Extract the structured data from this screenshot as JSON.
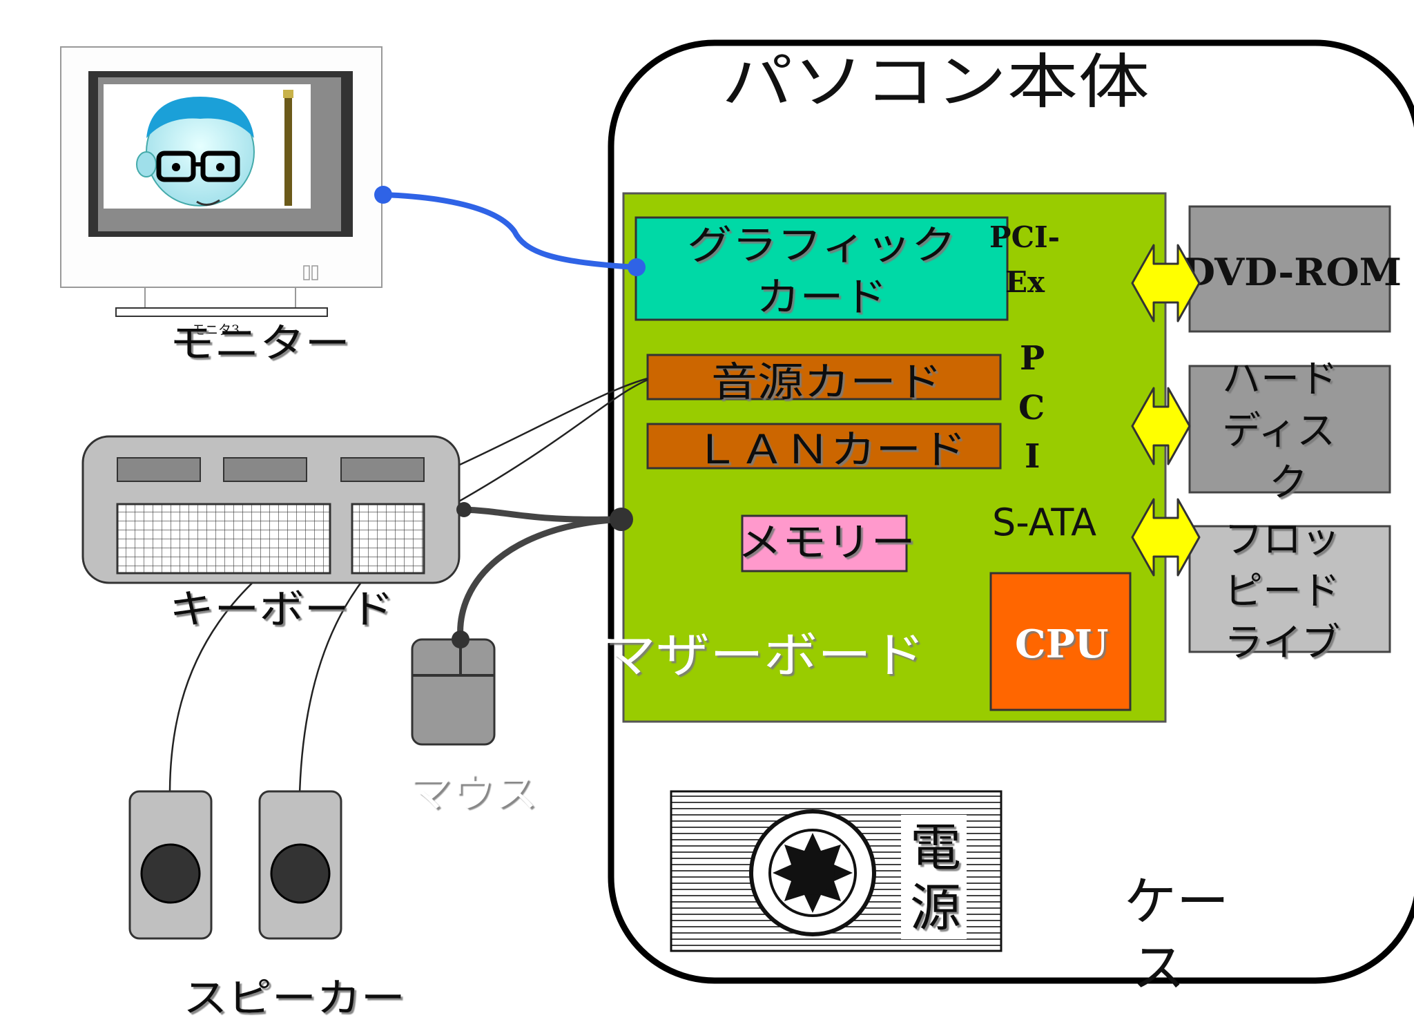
{
  "case": {
    "title": "パソコン本体",
    "label_line1": "ケー",
    "label_line2": "ス"
  },
  "monitor": {
    "label": "モニター",
    "small_caption": "モニタ3"
  },
  "keyboard": {
    "label": "キーボード"
  },
  "mouse": {
    "label": "マウス"
  },
  "speaker": {
    "label": "スピーカー"
  },
  "motherboard": {
    "label": "マザーボード",
    "graphic_card_line1": "グラフィック",
    "graphic_card_line2": "カード",
    "pci_ex_line1": "PCI-",
    "pci_ex_line2": "Ex",
    "sound_card": "音源カード",
    "lan_card": "ＬＡＮカード",
    "pci_letters": [
      "P",
      "C",
      "I"
    ],
    "sata": "S-ATA",
    "memory": "メモリー",
    "cpu": "CPU"
  },
  "drives": {
    "dvd": "DVD-ROM",
    "hdd_lines": [
      "ハード",
      "ディス",
      "ク"
    ],
    "fdd_lines": [
      "フロッ",
      "ピード",
      "ライブ"
    ]
  },
  "power": {
    "line1": "電",
    "line2": "源"
  },
  "colors": {
    "motherboard": "#99cc00",
    "graphic_card": "#00d9a6",
    "cards": "#cc6600",
    "memory": "#ff99cc",
    "cpu": "#ff6600",
    "arrow": "#ffff00",
    "drive_dark": "#999999",
    "drive_light": "#c0c0c0",
    "cable_blue": "#2f63e6"
  }
}
